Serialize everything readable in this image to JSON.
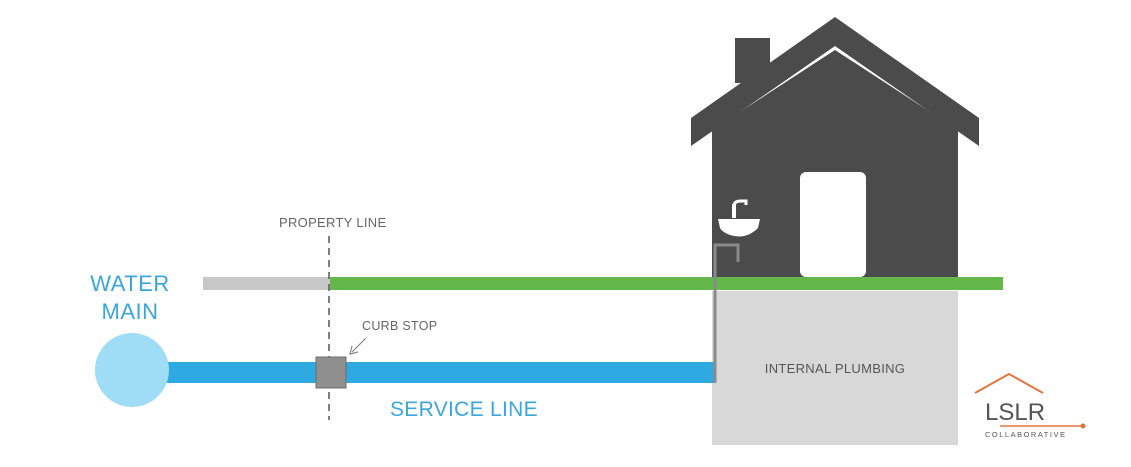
{
  "labels": {
    "water_main": [
      "WATER",
      "MAIN"
    ],
    "property_line": "PROPERTY LINE",
    "curb_stop": "CURB STOP",
    "service_line": "SERVICE LINE",
    "internal_plumbing": "INTERNAL PLUMBING"
  },
  "logo": {
    "text": "LSLR",
    "subtitle": "COLLABORATIVE"
  },
  "colors": {
    "water_blue": "#2fa9e1",
    "main_circle": "#9fdcf5",
    "grass_green": "#64b849",
    "public_ground": "#c8c8c8",
    "house": "#4b4b4b",
    "basement": "#d8d8d8",
    "curb_stop": "#8f8f8f",
    "logo_orange": "#e0763c",
    "logo_gray": "#555555"
  }
}
